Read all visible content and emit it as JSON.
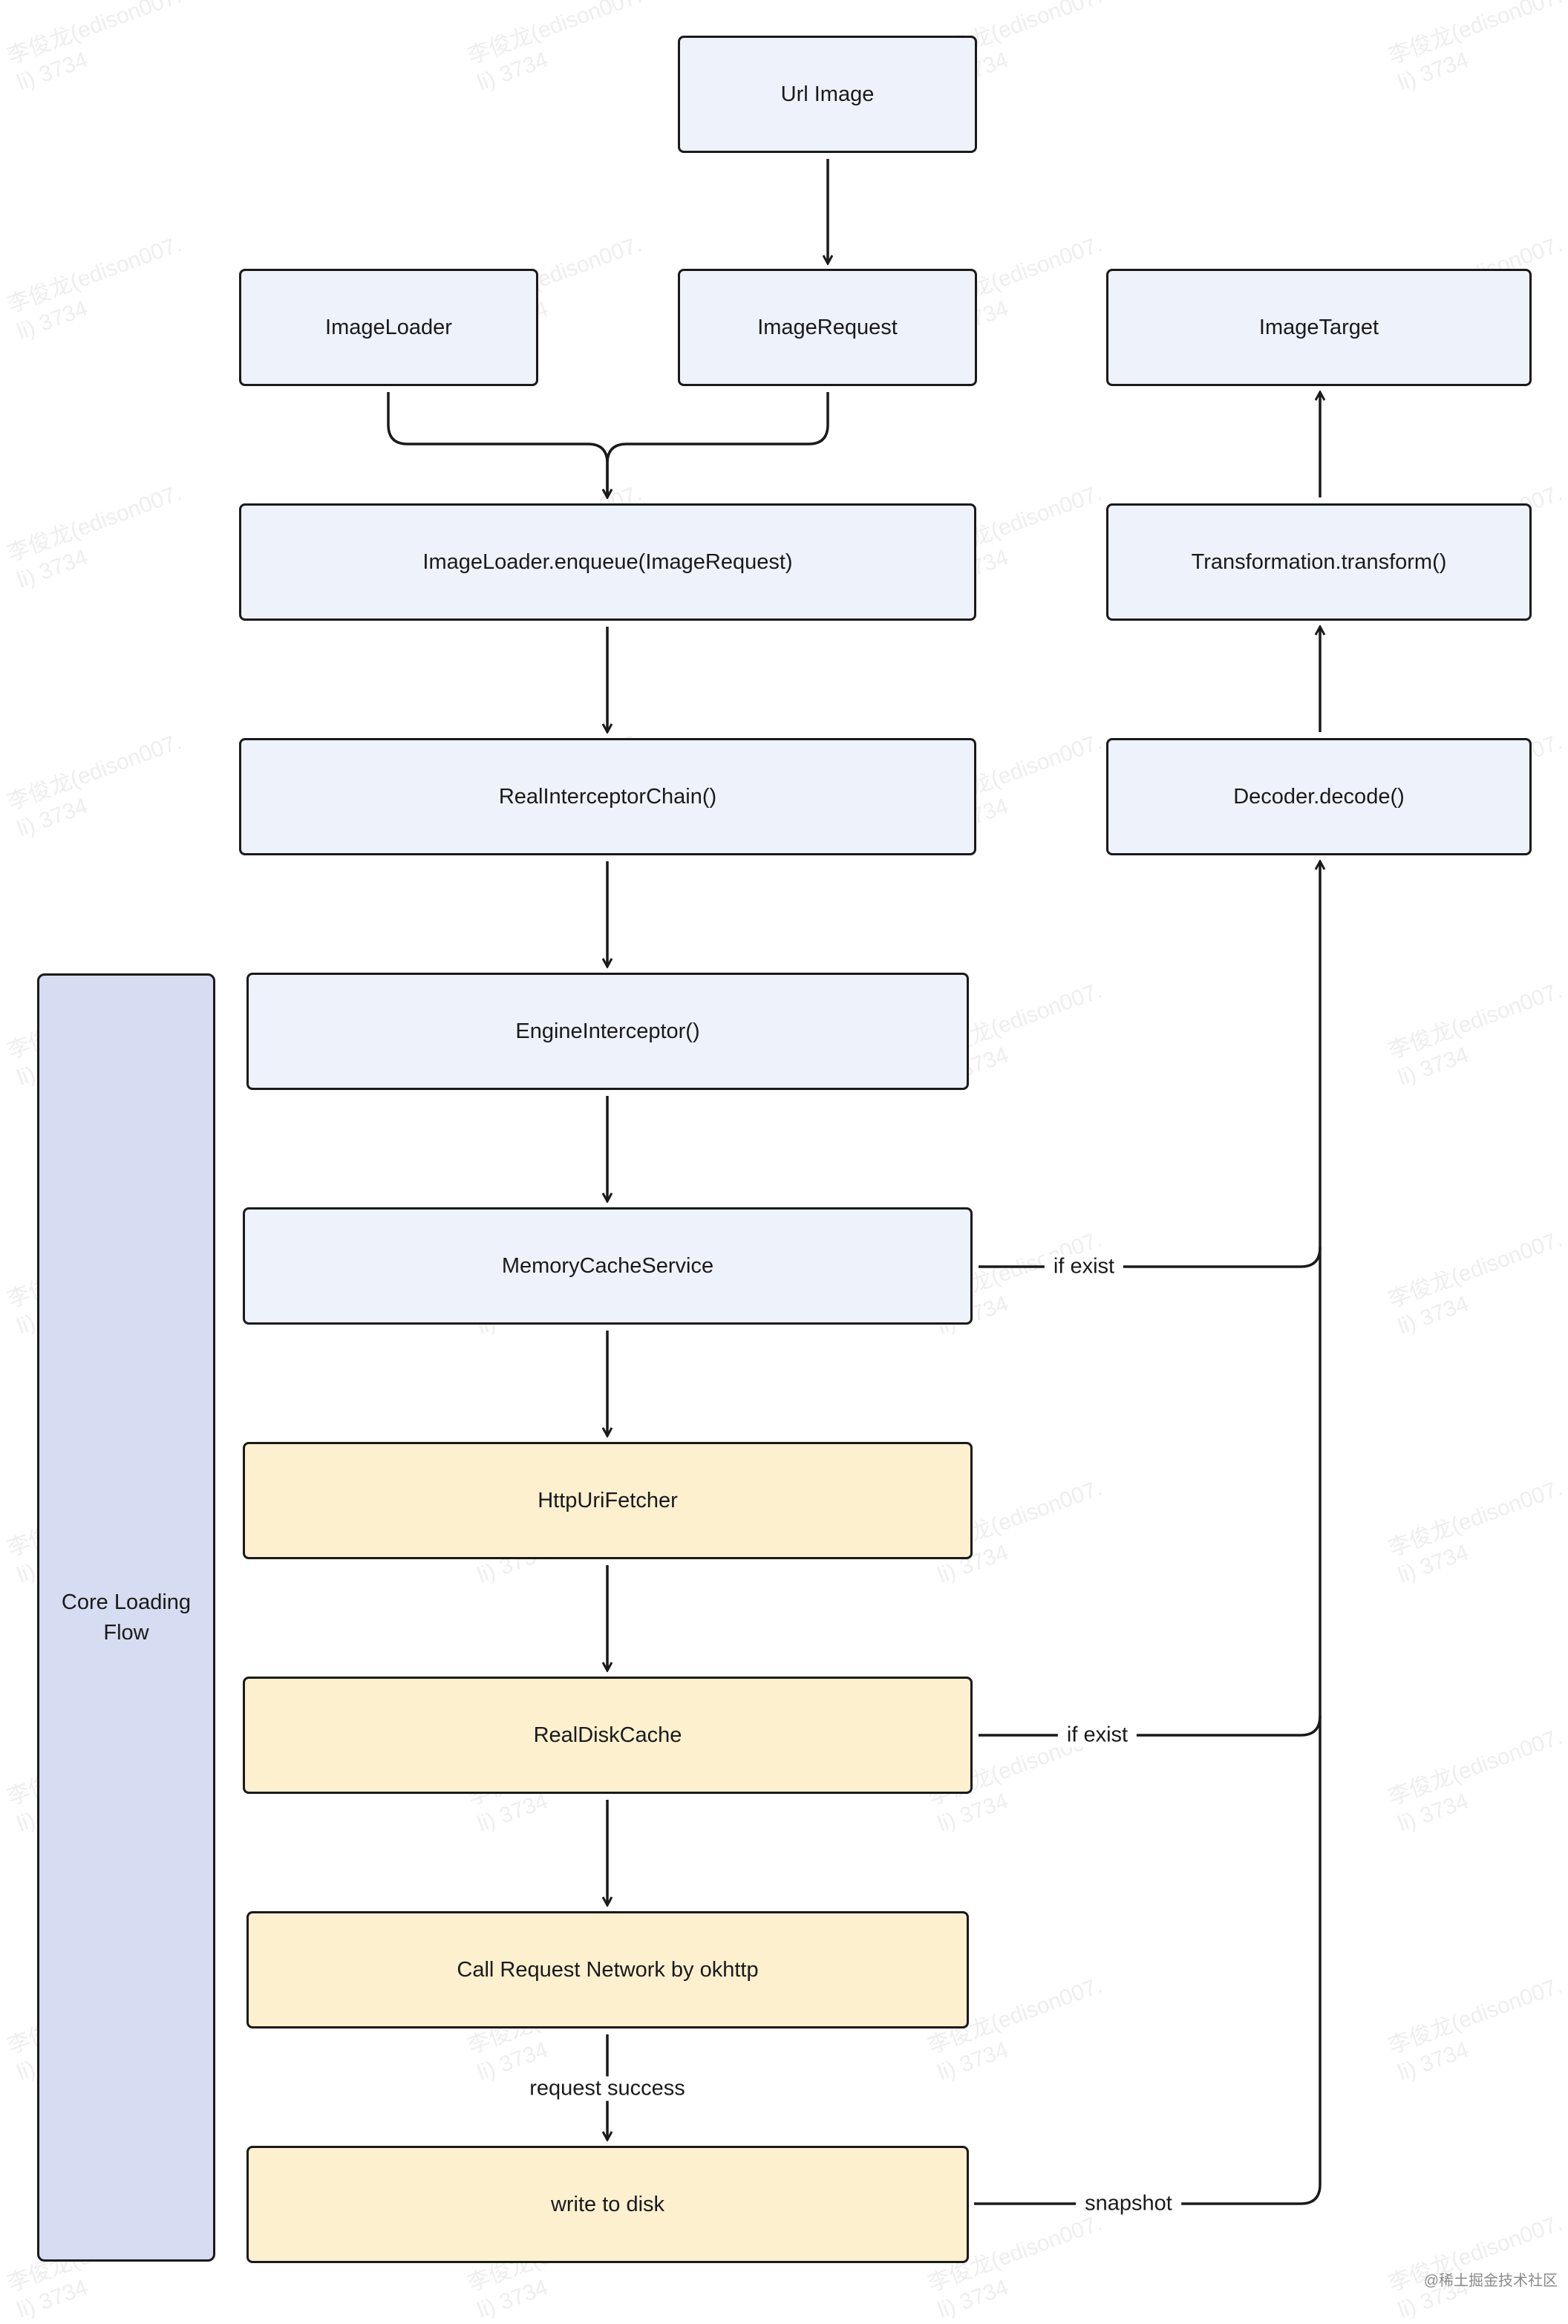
{
  "group": {
    "label_line1": "Core Loading",
    "label_line2": "Flow"
  },
  "nodes": {
    "url_image": "Url Image",
    "image_loader": "ImageLoader",
    "image_request": "ImageRequest",
    "image_target": "ImageTarget",
    "enqueue": "ImageLoader.enqueue(ImageRequest)",
    "transform": "Transformation.transform()",
    "interceptor_chain": "RealInterceptorChain()",
    "decoder": "Decoder.decode()",
    "engine_interceptor": "EngineInterceptor()",
    "memory_cache": "MemoryCacheService",
    "http_fetcher": "HttpUriFetcher",
    "disk_cache": "RealDiskCache",
    "network": "Call Request Network by okhttp",
    "write_disk": "write to disk"
  },
  "edge_labels": {
    "memory_exist": "if exist",
    "disk_exist": "if exist",
    "request_success": "request success",
    "snapshot": "snapshot"
  },
  "watermark": {
    "line1": "李俊龙(edison007.",
    "line2": "li) 3734"
  },
  "footer": "@稀土掘金技术社区",
  "colors": {
    "blue_box": "#eef2fb",
    "yellow_box": "#fdf0cf",
    "group_box": "#d6dcf1",
    "stroke": "#1a1a1a"
  }
}
